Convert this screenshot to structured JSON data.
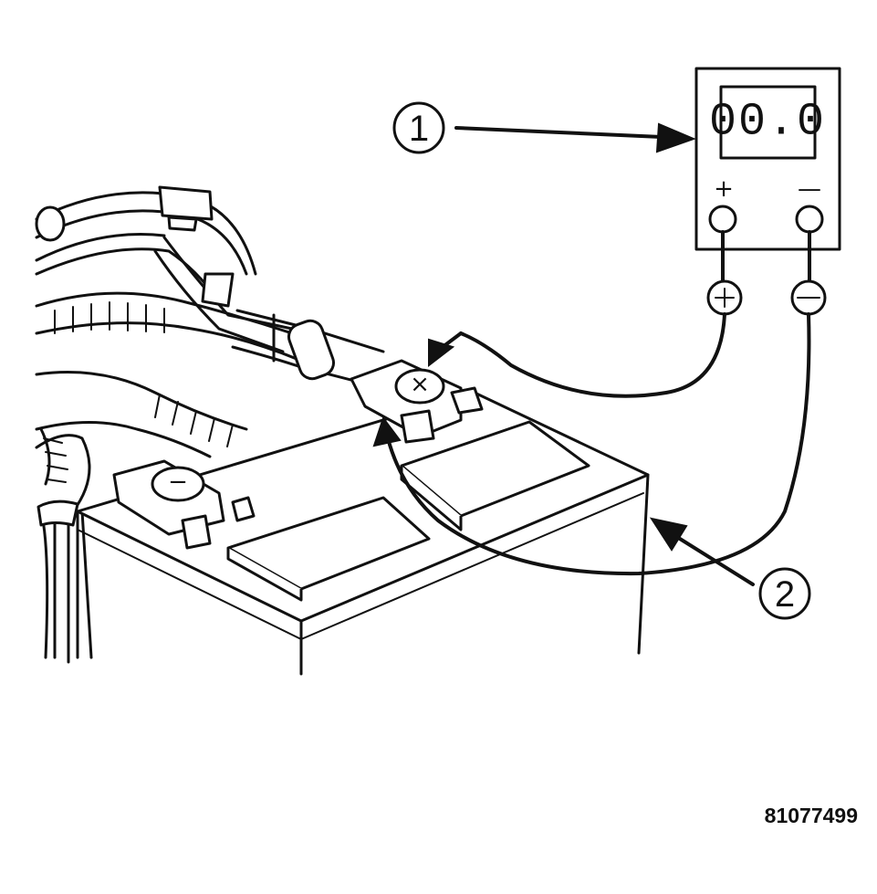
{
  "figure_id": "81077499",
  "callouts": [
    {
      "number": "1",
      "target": "meter"
    },
    {
      "number": "2",
      "target": "battery"
    }
  ],
  "meter": {
    "display": "00.0",
    "terminal_positive_symbol": "+",
    "terminal_negative_symbol": "—"
  },
  "battery": {
    "positive_post_symbol": "×",
    "negative_post_symbol": "−"
  }
}
